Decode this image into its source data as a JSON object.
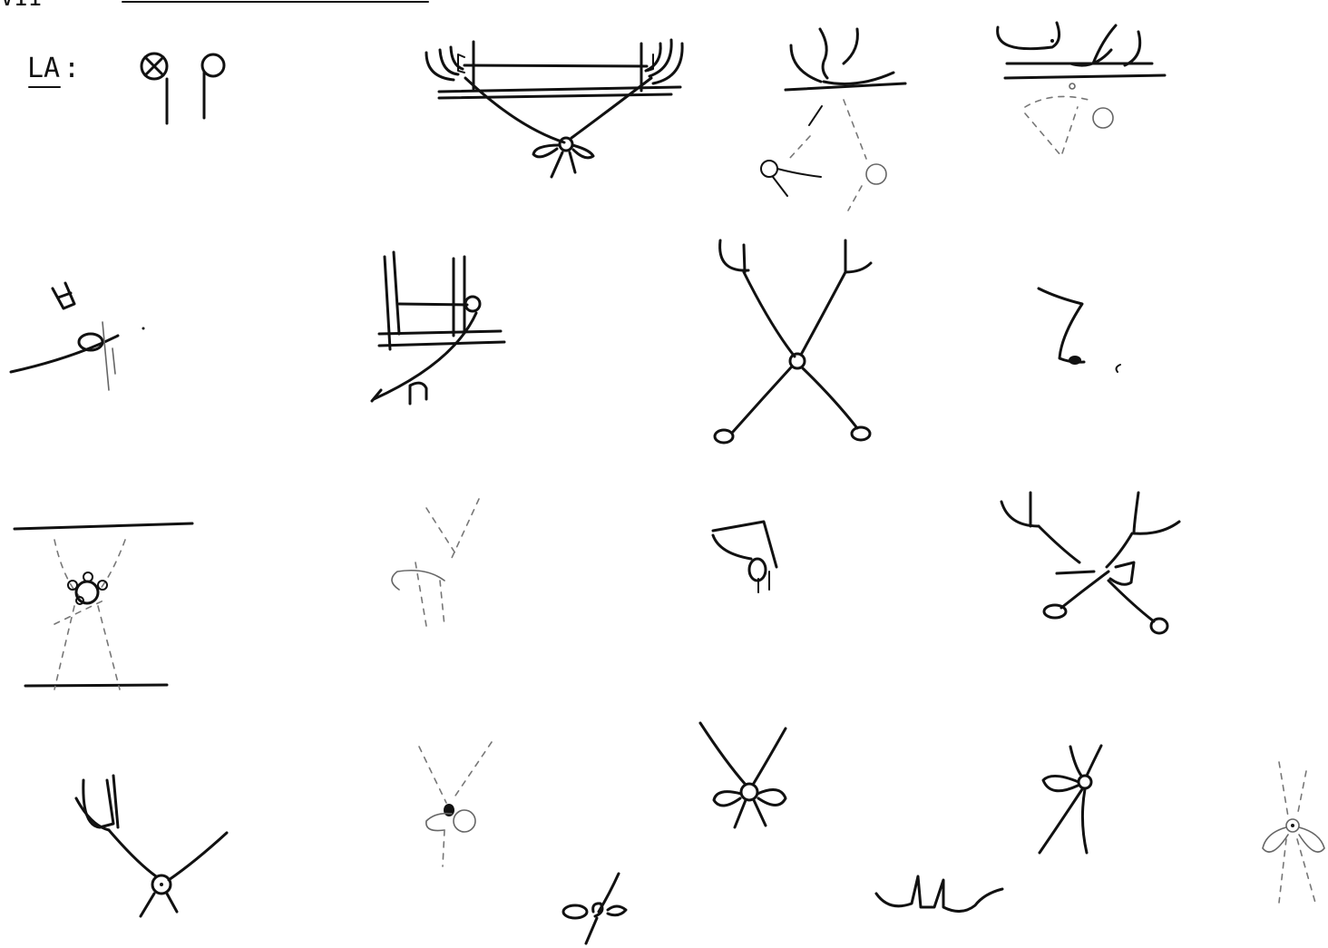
{
  "header": {
    "roman_numeral_fragment": "VII",
    "key_label": "LA",
    "key_separator": ":"
  },
  "figures": [
    {
      "name": "key-symbols"
    },
    {
      "name": "figure-bow-between-walls"
    },
    {
      "name": "figure-arcs-over-line-faint-knot"
    },
    {
      "name": "figure-arcs-over-line-faint-loop"
    },
    {
      "name": "figure-small-hand-on-curve"
    },
    {
      "name": "figure-posts-with-curve"
    },
    {
      "name": "figure-cross-with-loops"
    },
    {
      "name": "figure-z-stroke-dot"
    },
    {
      "name": "figure-knot-between-lines"
    },
    {
      "name": "figure-faint-strokes"
    },
    {
      "name": "figure-finger-tip"
    },
    {
      "name": "figure-cross-with-hand"
    },
    {
      "name": "figure-hand-cross"
    },
    {
      "name": "figure-faint-cross-dot"
    },
    {
      "name": "figure-bow-knot"
    },
    {
      "name": "figure-bow-loop-left"
    },
    {
      "name": "figure-faint-bow-right"
    },
    {
      "name": "figure-small-bow"
    },
    {
      "name": "figure-wavy-cup"
    }
  ]
}
